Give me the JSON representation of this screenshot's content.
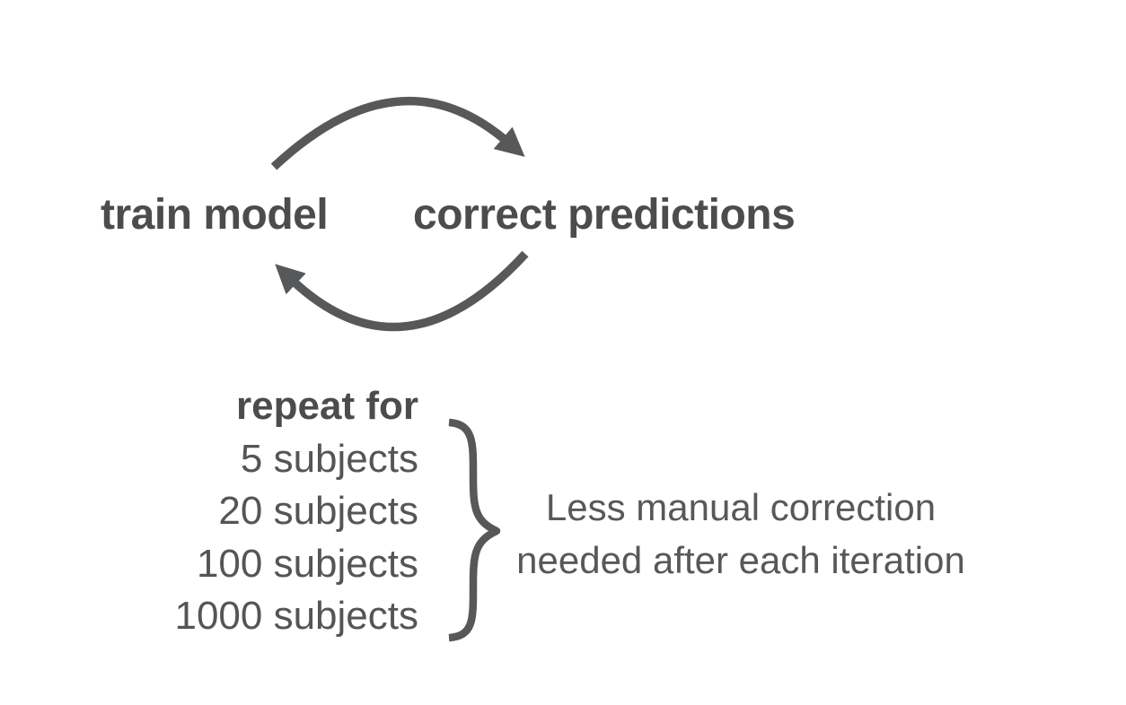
{
  "cycle": {
    "train_label": "train model",
    "predictions_label": "correct predictions"
  },
  "repeat": {
    "header": "repeat for",
    "items": [
      "5 subjects",
      "20 subjects",
      "100 subjects",
      "1000 subjects"
    ]
  },
  "caption": {
    "line1": "Less manual correction",
    "line2": "needed after each iteration"
  },
  "icons": {
    "top_arrow": "clockwise-arc-arrow",
    "bottom_arrow": "counterclockwise-arc-arrow",
    "brace": "right-curly-brace"
  },
  "colors": {
    "arrow": "#57585a",
    "bold_text": "#4b4c4e",
    "body_text": "#545557",
    "background": "#ffffff"
  }
}
